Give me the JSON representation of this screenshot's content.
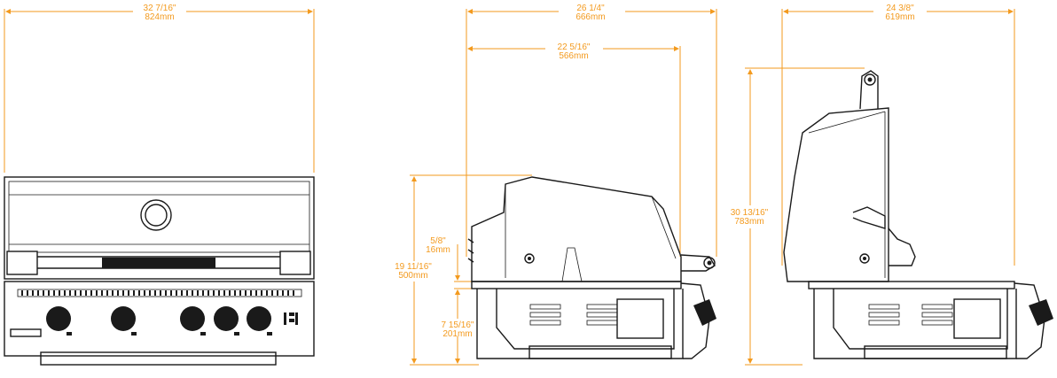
{
  "front_view": {
    "width_dim": {
      "imperial": "32 7/16\"",
      "metric": "824mm"
    }
  },
  "side_view": {
    "overall_depth_dim": {
      "imperial": "26 1/4\"",
      "metric": "666mm"
    },
    "hood_depth_dim": {
      "imperial": "22 5/16\"",
      "metric": "566mm"
    },
    "overall_height_dim": {
      "imperial": "19 11/16\"",
      "metric": "500mm"
    },
    "lip_height_dim": {
      "imperial": "5/8\"",
      "metric": "16mm"
    },
    "cutout_height_dim": {
      "imperial": "7 15/16\"",
      "metric": "201mm"
    }
  },
  "open_view": {
    "open_depth_dim": {
      "imperial": "24 3/8\"",
      "metric": "619mm"
    },
    "open_height_dim": {
      "imperial": "30 13/16\"",
      "metric": "783mm"
    }
  },
  "colors": {
    "dimension": "#f39a1e",
    "line": "#1a1a1a"
  }
}
